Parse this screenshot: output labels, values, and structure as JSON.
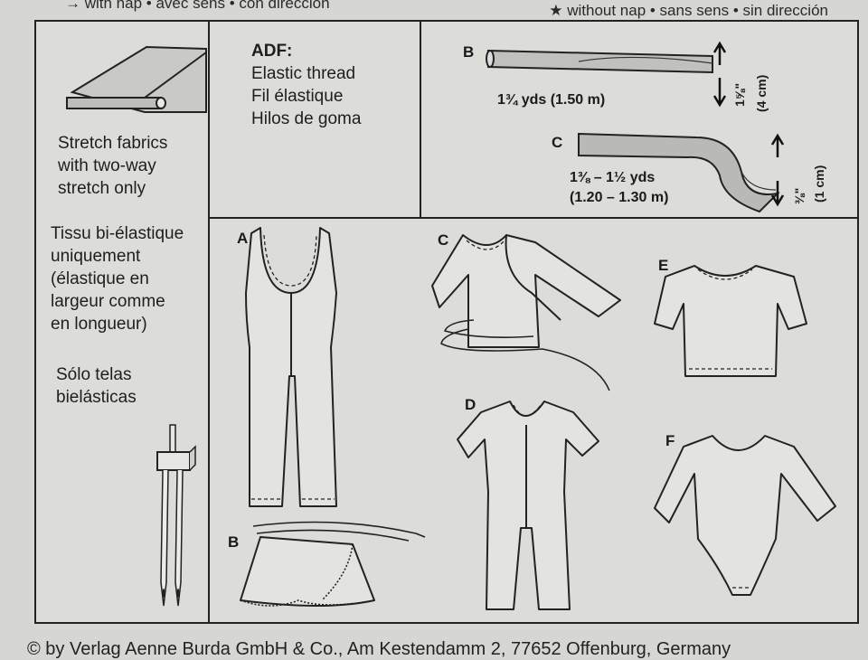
{
  "header": {
    "with_nap": "→ with nap • avec sens • con dirección",
    "without_nap": "★ without nap • sans sens • sin dirección"
  },
  "fabric_note": {
    "en": [
      "Stretch fabrics",
      "with two-way",
      "stretch only"
    ],
    "fr": [
      "Tissu  bi-élastique",
      "uniquement",
      "(élastique en",
      "largeur comme",
      "en longueur)"
    ],
    "es": [
      "Sólo telas",
      "bielásticas"
    ]
  },
  "adf": {
    "title": "ADF:",
    "lines": [
      "Elastic thread",
      "Fil élastique",
      "Hilos de goma"
    ]
  },
  "trims": {
    "b": {
      "letter": "B",
      "length": "1¾ yds (1.50 m)",
      "width_in": "1⅝\"",
      "width_cm": "(4 cm)"
    },
    "c": {
      "letter": "C",
      "length": [
        "1⅜ – 1½ yds",
        "(1.20 – 1.30 m)"
      ],
      "width_in": "⅜\"",
      "width_cm": "(1 cm)"
    }
  },
  "views": {
    "a": "A",
    "b": "B",
    "c": "C",
    "d": "D",
    "e": "E",
    "f": "F"
  },
  "footer": "© by Verlag Aenne Burda GmbH & Co., Am Kestendamm 2, 77652 Offenburg, Germany"
}
